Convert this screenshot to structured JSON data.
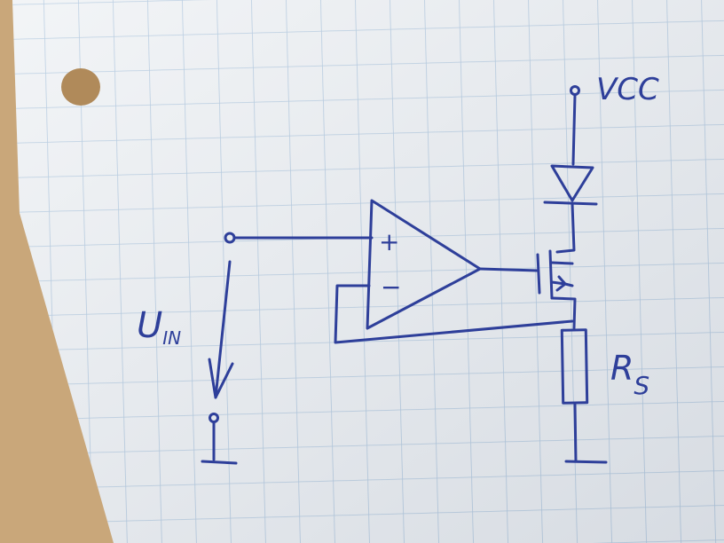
{
  "labels": {
    "vcc": "VCC",
    "vin_main": "U",
    "vin_sub": "IN",
    "rs_main": "R",
    "rs_sub": "S",
    "plus": "+",
    "minus": "−"
  },
  "colors": {
    "ink": "#2e3f9a",
    "grid": "#a9c3dc",
    "paper": "#eef1f4",
    "desk": "#c9a77a"
  }
}
